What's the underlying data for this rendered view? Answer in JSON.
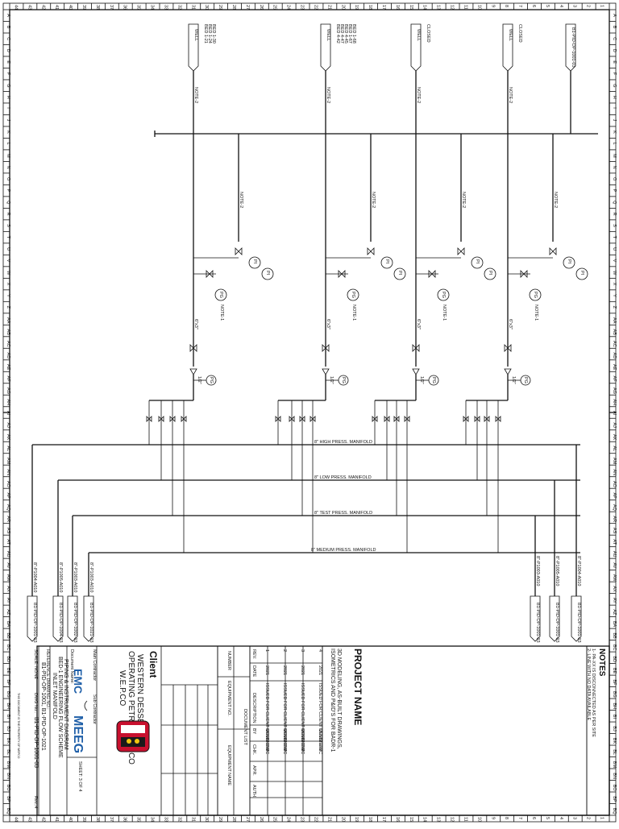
{
  "notes": {
    "title": "NOTES",
    "items": [
      "1- PA-XX IS DISCONNECTED AS PER SITE",
      "2- LINE WITH NO DATA AVAILABLE"
    ]
  },
  "project": {
    "label": "PROJECT NAME",
    "line1": "3D MODELING, AS-BUILT DRAWINGS,",
    "line2": "ISOMETRICS AND P&ID'S FOR BADR-1"
  },
  "revision_table": {
    "headers": [
      "REV.",
      "DATE",
      "DESCRIPTION",
      "BY",
      "CHK.",
      "APR.",
      "AUTH."
    ],
    "rows": [
      {
        "rev": "4",
        "date": "2021",
        "desc": "ISSUED FOR CLIENT COMMENT",
        "by": "MEEG",
        "chk": "EMC"
      },
      {
        "rev": "3",
        "date": "2021",
        "desc": "ISSUED FOR CLIENT COMMENT",
        "by": "MEEG",
        "chk": "EMC"
      },
      {
        "rev": "2",
        "date": "2021",
        "desc": "ISSUED FOR CLIENT COMMENT",
        "by": "MEEG",
        "chk": "EMC"
      },
      {
        "rev": "1",
        "date": "2021",
        "desc": "ISSUED FOR CLIENT COMMENT",
        "by": "MEEG",
        "chk": "EMC"
      }
    ]
  },
  "document_list": {
    "headers": [
      "NUMBER",
      "EQUIPMENT NO.",
      "DOCUMENT LIST",
      "EQUIPMENT NAME"
    ]
  },
  "client": {
    "label": "Client",
    "name1": "WESTERN DESSERT",
    "name2": "OPERATING PETROLEUM CO",
    "abbr": "W.E.P.CO"
  },
  "contractors": {
    "main_label": "Main Contractor",
    "sub_label": "Sub Contractor",
    "emc_logo": "EMC",
    "meeg_logo": "MEEG"
  },
  "document": {
    "name_label": "Document Name:",
    "line1": "PIPING & INSTRUMENT DIAGRAM",
    "line2": "BED-1 ENGINEERING FLOW SCHEME",
    "line3": "INLET MANIFOLD",
    "sheet": "SHEET: 3 OF 4",
    "ref_label": "REFERENCE DRAWING NO.:",
    "ref_value": "B1-PID-OP-1001, B1-PID-OP-1021",
    "scale": "SCALE: NONE",
    "dwg_label": "DWG No.:",
    "dwg_value": "B1-PID-OP-1001-03",
    "rev": "Rev.:4"
  },
  "diagram": {
    "manifolds": [
      "8\" HIGH PRESS. MANIFOLD",
      "8\" LOW PRESS. MANIFOLD",
      "8\" TEST PRESS. MANIFOLD",
      "8\" MEDIUM PRESS. MANIFOLD"
    ],
    "inlets": [
      {
        "status": "WELL",
        "tags": "BED 1-21\nBED 1-24\nBED 1-30"
      },
      {
        "status": "WELL",
        "tags": "BED 4-42\nBED 4-47\nBED 4-45\nBED 1-67\nBED 1-68"
      },
      {
        "status": "WELL",
        "tags": "CLOSED"
      },
      {
        "status": "WELL",
        "tags": "CLOSED"
      },
      {
        "status": "",
        "tags": "B1-PID-OP-1001-03"
      }
    ],
    "note_2": "NOTE-2",
    "note_1": "NOTE-1",
    "line_size": "6\"x3\"",
    "pi_tag": "PI",
    "pg_tag": "PG",
    "small_size": "1/2\"",
    "outlets_right": [
      "B1-PID-OP-1001-03",
      "B1-PID-OP-1001-03",
      "B1-PID-OP-1001-03"
    ],
    "outlets_left": [
      "B1-PID-OP-1001-03",
      "B1-PID-OP-1004-03",
      "B1-PID-OP-1002-03",
      "B1-PID-OP-1021-03"
    ],
    "outlet_lines": [
      "8\"-P1004-A010",
      "8\"-P1005-A010",
      "8\"-P1003-A010",
      "8\"-P1004-A010",
      "8\"-P1005-A010",
      "8\"-P1003-A010",
      "8\"-P1003-A010"
    ],
    "footer": "THIS DOCUMENT IS THE PROPERTY OF WEPCO"
  },
  "border": {
    "numbers": [
      "1",
      "2",
      "3",
      "4",
      "5",
      "6",
      "7",
      "8",
      "9",
      "10",
      "11",
      "12",
      "13",
      "14",
      "15",
      "16",
      "17",
      "18",
      "19",
      "20",
      "21",
      "22",
      "23",
      "24",
      "25",
      "26",
      "27",
      "28",
      "29",
      "30",
      "31",
      "32",
      "33",
      "34",
      "35",
      "36",
      "37",
      "38",
      "39",
      "40",
      "41",
      "42",
      "43",
      "44"
    ],
    "letters": [
      "A",
      "B",
      "C",
      "D",
      "E",
      "F",
      "G",
      "H",
      "I",
      "J",
      "K",
      "L",
      "M",
      "N",
      "O",
      "P",
      "Q",
      "R",
      "S",
      "T",
      "U",
      "V",
      "W",
      "X",
      "Y",
      "Z",
      "AA",
      "AB",
      "AC",
      "AD",
      "AE",
      "AF",
      "AG",
      "AH",
      "AI",
      "AJ",
      "AK",
      "AL",
      "AM",
      "AN",
      "AO",
      "AP",
      "AQ",
      "AR",
      "AS",
      "AT",
      "AU",
      "AV",
      "AW",
      "AX",
      "AY",
      "AZ",
      "BA",
      "BB",
      "BC",
      "BD",
      "BE",
      "BF",
      "BG",
      "BH",
      "BI",
      "BJ",
      "BK",
      "BL",
      "BM",
      "BN",
      "BO",
      "BP",
      "BQ"
    ]
  }
}
